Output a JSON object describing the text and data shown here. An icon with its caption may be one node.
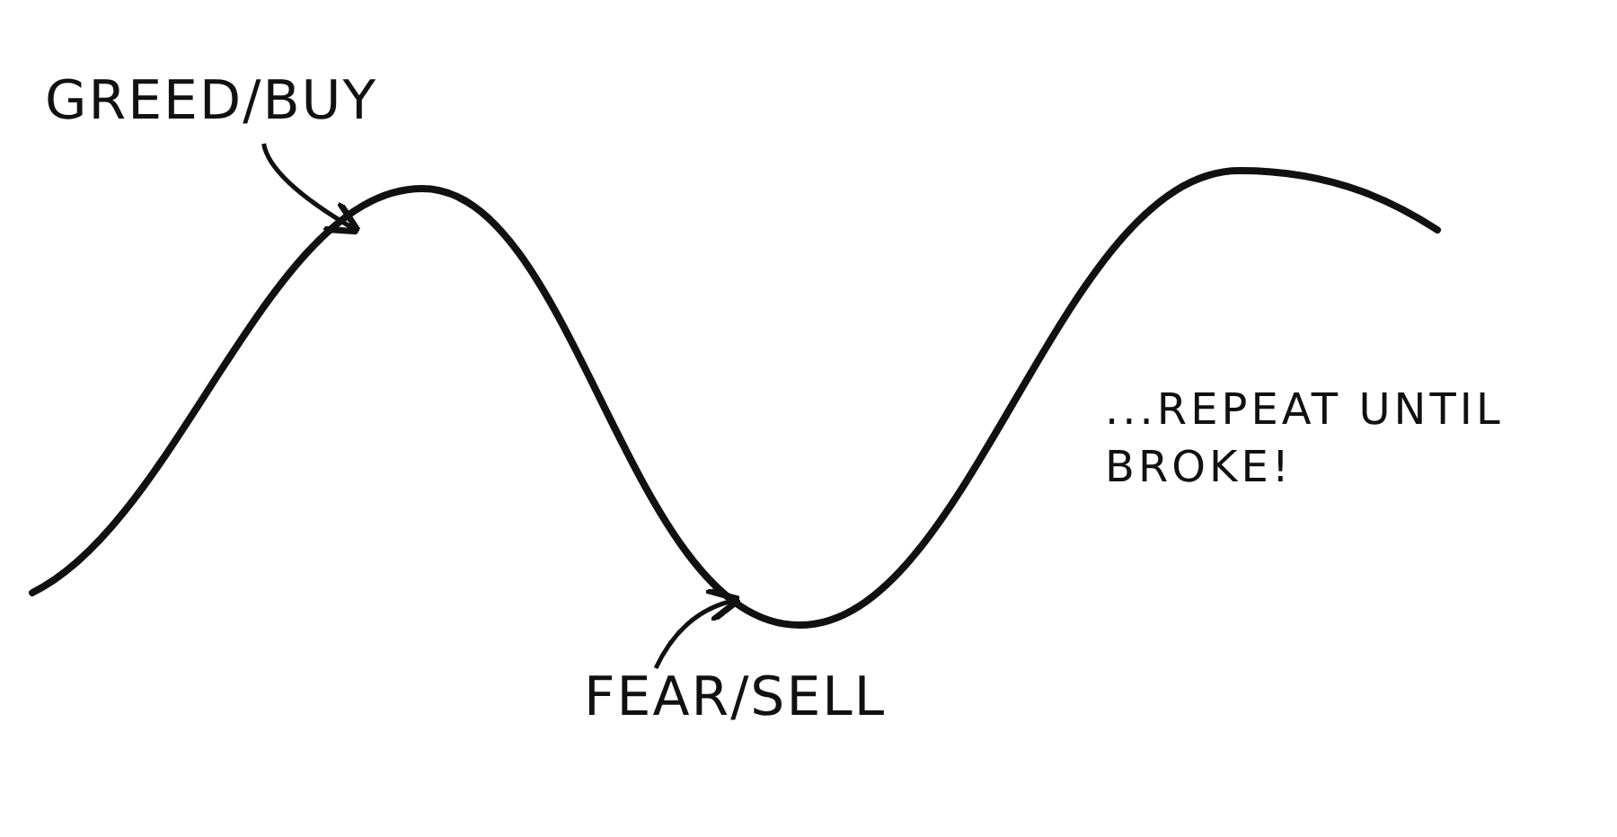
{
  "diagram": {
    "nodes": [
      {
        "text": [
          "GREED/BUY"
        ]
      },
      {
        "text": [
          "FEAR/SELL"
        ]
      }
    ],
    "edges": [
      {
        "from": 0,
        "to": null,
        "arrow": "to"
      },
      {
        "from": 1,
        "to": null,
        "arrow": "to"
      }
    ],
    "labels": [
      "...REPEAT UNTIL BROKE!"
    ]
  }
}
